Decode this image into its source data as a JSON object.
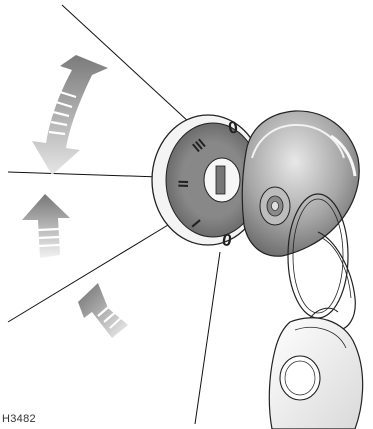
{
  "figure": {
    "id": "H3482",
    "positions": [
      "0",
      "I",
      "II",
      "III",
      "0"
    ]
  }
}
